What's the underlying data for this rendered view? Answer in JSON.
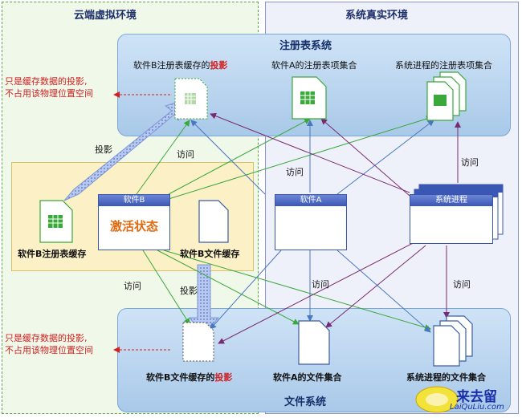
{
  "env": {
    "left_title": "云端虚拟环境",
    "right_title": "系统真实环境"
  },
  "registry": {
    "title": "注册表系统",
    "b_projection": "软件B注册表缓存的",
    "projection_word": "投影",
    "a_set": "软件A的注册表项集合",
    "sys_set": "系统进程的注册表项集合"
  },
  "filesys": {
    "title": "文件系统",
    "b_projection": "软件B文件缓存的",
    "projection_word": "投影",
    "a_set": "软件A的文件集合",
    "sys_set": "系统进程的文件集合"
  },
  "notes": {
    "line1": "只是缓存数据的投影,",
    "line2": "不占用该物理位置空间"
  },
  "active": {
    "software_b": "软件B",
    "state": "激活状态",
    "reg_cache": "软件B注册表缓存",
    "file_cache": "软件B文件缓存"
  },
  "real": {
    "software_a": "软件A",
    "sys_process": "系统进程"
  },
  "arrow_labels": {
    "project_top": "投影",
    "access_b_top": "访问",
    "access_a_top": "访问",
    "access_sys_top": "访问",
    "access_b_bottom": "访问",
    "project_bottom": "投影",
    "access_a_bottom": "访问",
    "access_sys_bottom": "访问"
  },
  "watermark": {
    "brand": "来去留",
    "url": "LaiQuLiu.com"
  },
  "colors": {
    "green_arrow": "#3aa83a",
    "blue_arrow": "#4a78c0",
    "purple_arrow": "#7a2a70",
    "note_red": "#d42020",
    "active_text": "#e06a10"
  }
}
